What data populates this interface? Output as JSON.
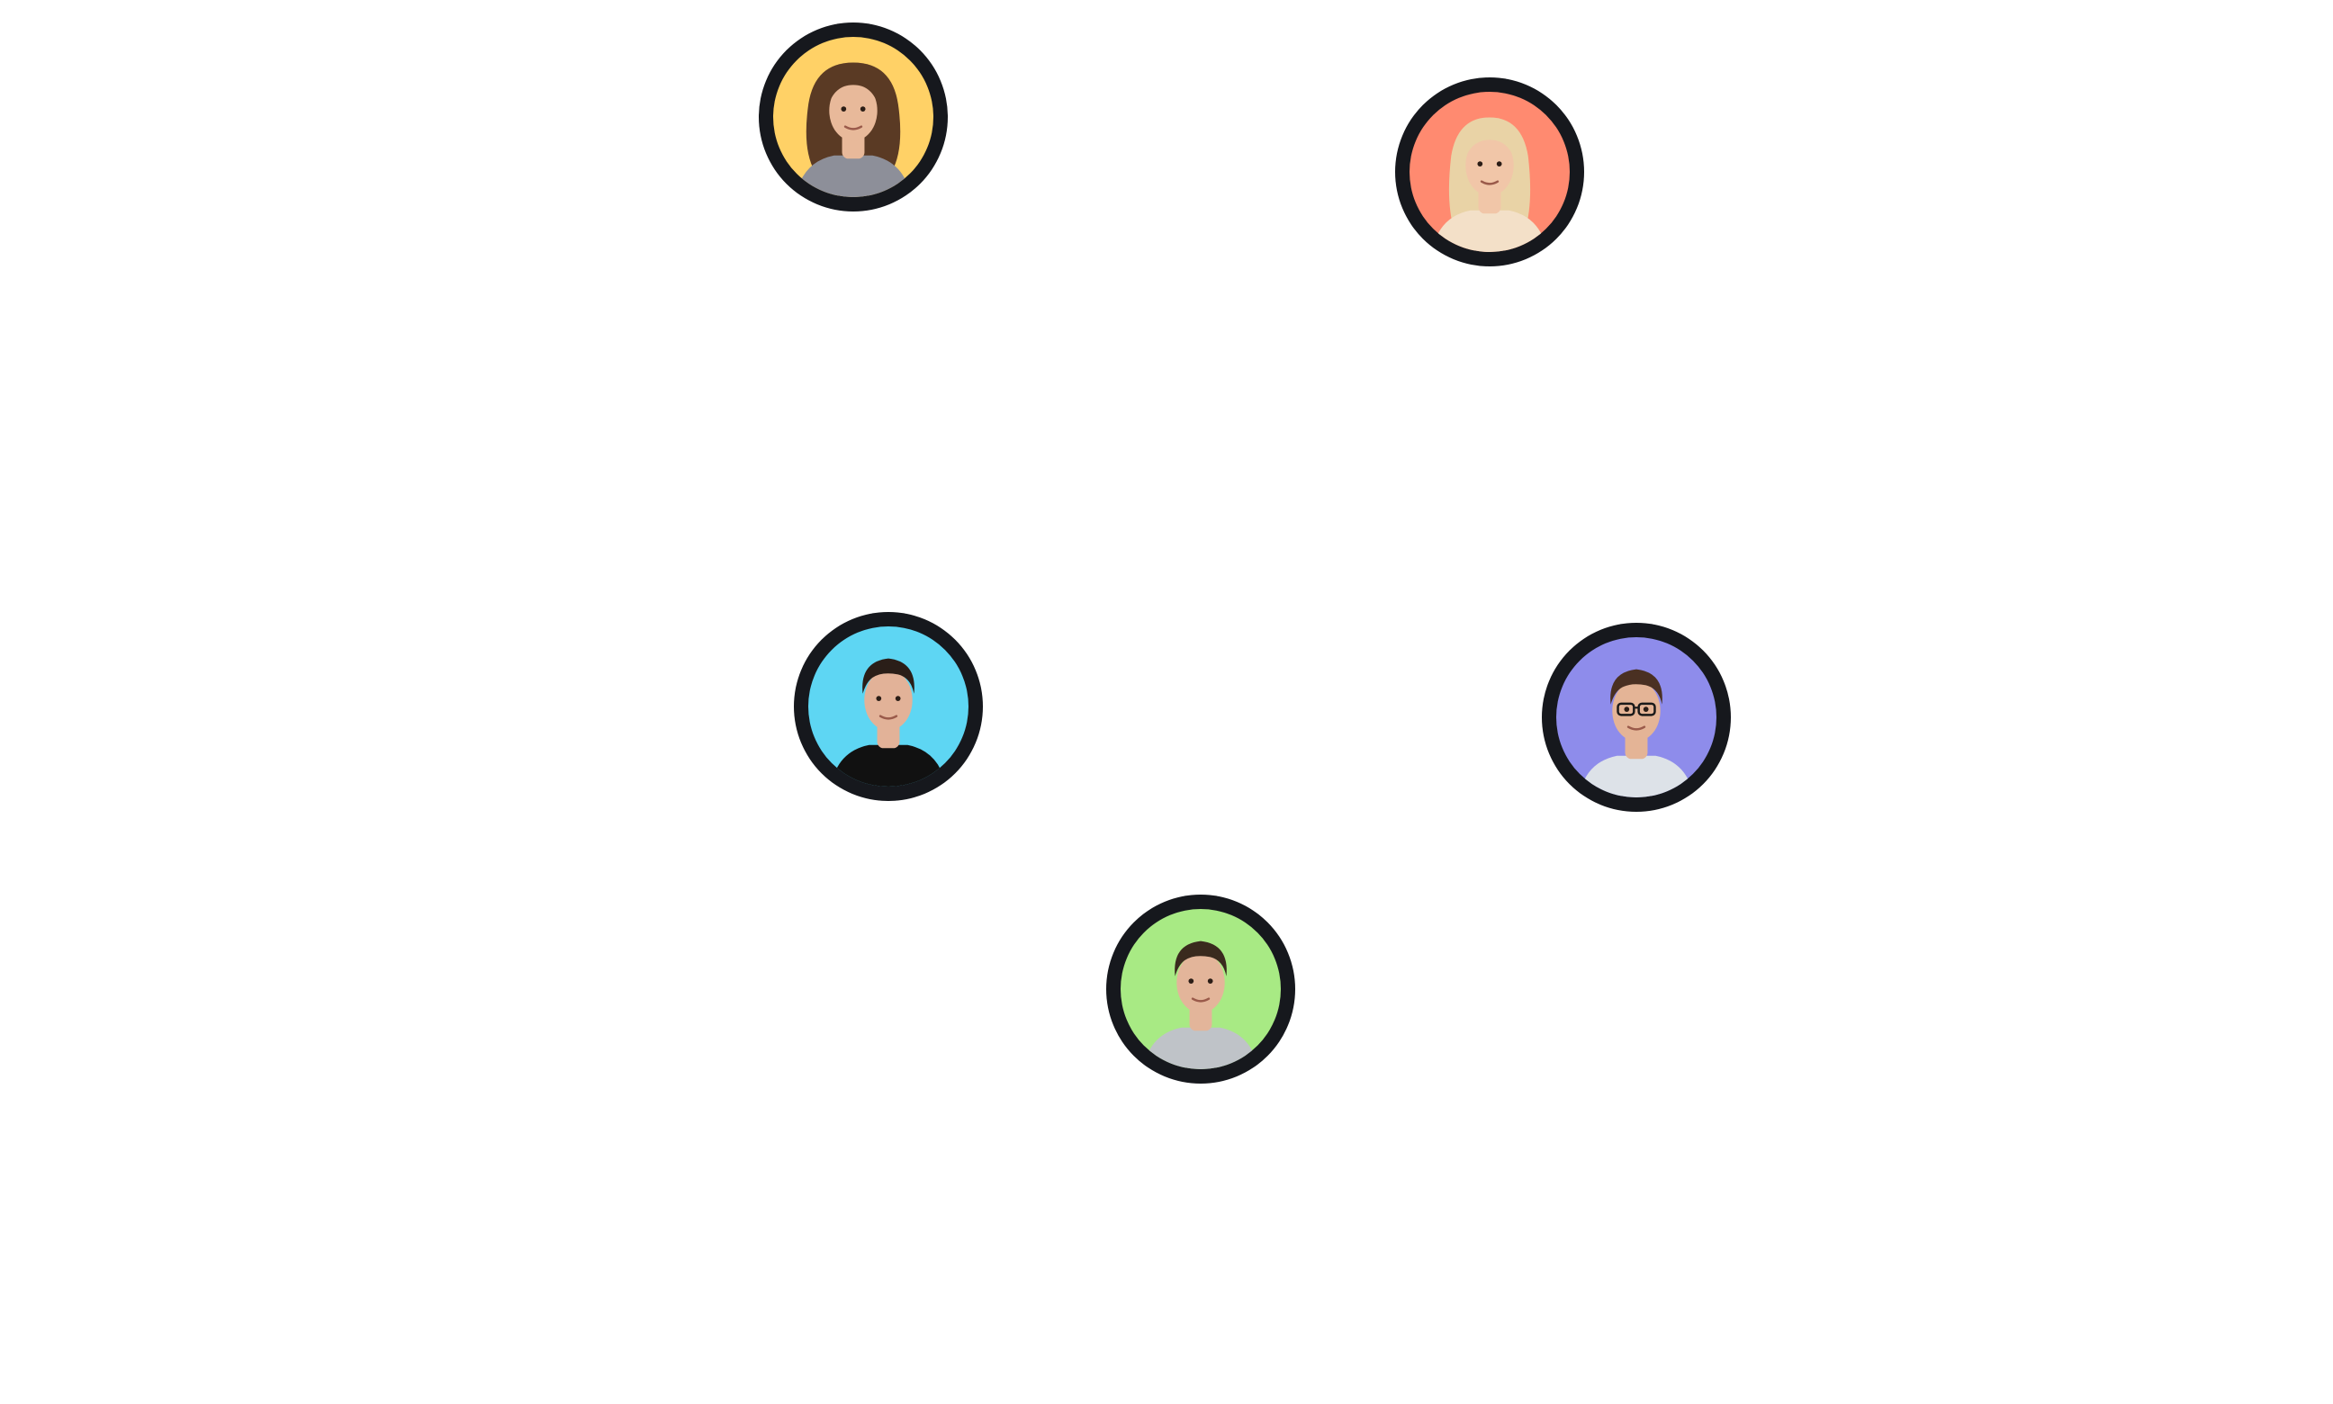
{
  "avatars": [
    {
      "name": "avatar-woman-curly-hair",
      "bg": "#FFD166",
      "skin": "#E8B99A",
      "hair": "#5A3A24",
      "shirt": "#8D8F99",
      "hair_style": "curly-long",
      "glasses": false
    },
    {
      "name": "avatar-woman-blonde-hair",
      "bg": "#FF8A70",
      "skin": "#F1C6A8",
      "hair": "#E9D3A6",
      "shirt": "#F3E0C8",
      "hair_style": "long-straight",
      "glasses": false
    },
    {
      "name": "avatar-man-dark-hair",
      "bg": "#5ED6F3",
      "skin": "#E2B298",
      "hair": "#2A1E18",
      "shirt": "#111111",
      "hair_style": "short-styled",
      "glasses": false
    },
    {
      "name": "avatar-man-glasses",
      "bg": "#8E8CEB",
      "skin": "#E4B496",
      "hair": "#4A3022",
      "shirt": "#DDE2E8",
      "hair_style": "short-styled",
      "glasses": true
    },
    {
      "name": "avatar-man-grey-sweater",
      "bg": "#A8EA84",
      "skin": "#E3B59A",
      "hair": "#3A2A1E",
      "shirt": "#BFC3C8",
      "hair_style": "short",
      "glasses": false
    }
  ]
}
